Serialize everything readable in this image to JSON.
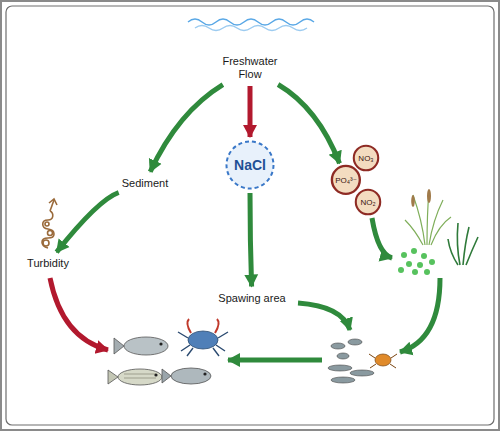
{
  "diagram": {
    "nodes": [
      {
        "text": [
          "Freshwater Flow"
        ]
      },
      {
        "text": [
          "Sediment"
        ]
      },
      {
        "text": [
          "NaCl"
        ]
      },
      {
        "text": [
          "PO₄³⁻"
        ]
      },
      {
        "text": [
          "NO₃"
        ]
      },
      {
        "text": [
          "NO₂"
        ]
      },
      {
        "text": [
          "Turbidity"
        ]
      },
      {
        "text": [
          "Spawing area"
        ]
      }
    ],
    "edges": [
      {
        "from": 0,
        "to": 1,
        "arrow": "to"
      },
      {
        "from": 0,
        "to": 2,
        "arrow": "to"
      },
      {
        "from": 0,
        "to": 3,
        "arrow": "to"
      },
      {
        "from": 1,
        "to": 6,
        "arrow": "to"
      },
      {
        "from": 2,
        "to": 7,
        "arrow": "to"
      }
    ]
  }
}
